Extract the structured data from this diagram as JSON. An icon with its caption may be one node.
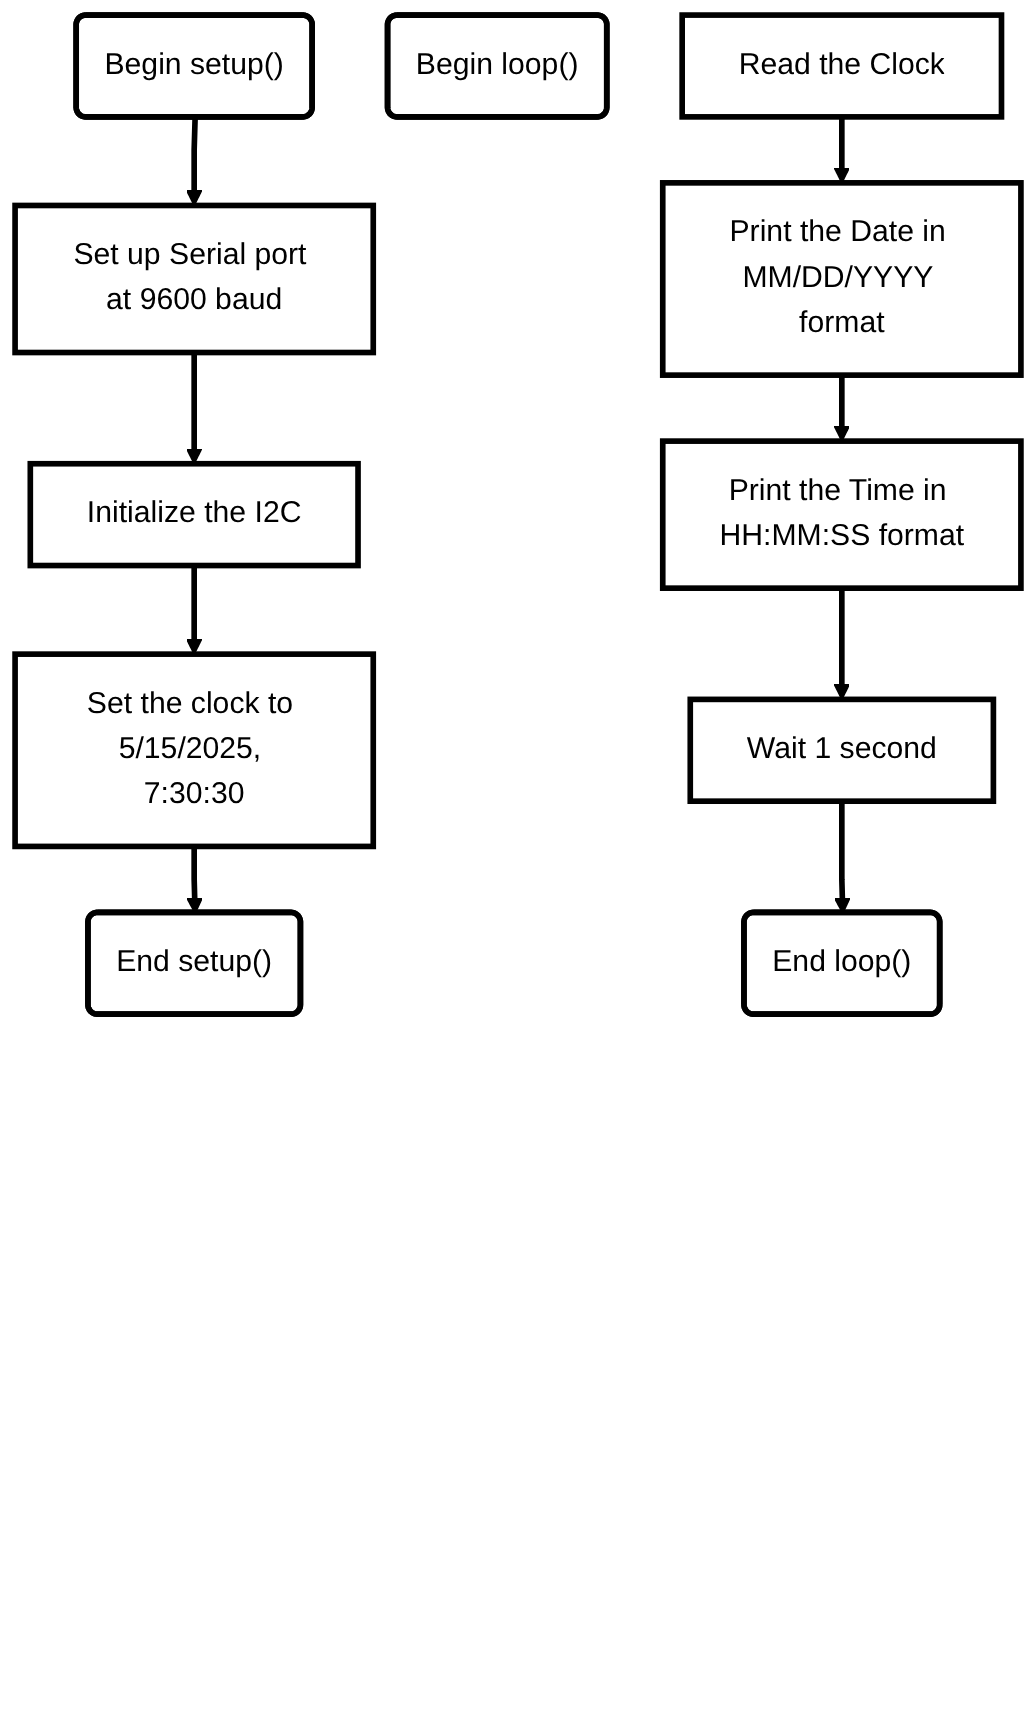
{
  "diagram": {
    "nodes": [
      {
        "text": [
          "Begin setup()"
        ]
      },
      {
        "text": [
          "Set up Serial port at 9600 baud"
        ]
      },
      {
        "text": [
          "Initialize the I2C"
        ]
      },
      {
        "text": [
          "Set the clock to 5/15/2025, 7:30:30"
        ]
      },
      {
        "text": [
          "End setup()"
        ]
      },
      {
        "text": [
          "Begin loop()"
        ]
      },
      {
        "text": [
          "Read the Clock"
        ]
      },
      {
        "text": [
          "Print the Date in MM/DD/YYYY format"
        ]
      },
      {
        "text": [
          "Print the Time in HH:MM:SS format"
        ]
      },
      {
        "text": [
          "Wait 1 second"
        ]
      },
      {
        "text": [
          "End loop()"
        ]
      }
    ],
    "edges": [
      {
        "from": 0,
        "to": 1,
        "arrow": "to"
      },
      {
        "from": 1,
        "to": 2,
        "arrow": "to"
      },
      {
        "from": 2,
        "to": 3,
        "arrow": "to"
      },
      {
        "from": 3,
        "to": 4,
        "arrow": "to"
      },
      {
        "from": 6,
        "to": 7,
        "arrow": "to"
      },
      {
        "from": 7,
        "to": 8,
        "arrow": "to"
      },
      {
        "from": 8,
        "to": 9,
        "arrow": "to"
      },
      {
        "from": 9,
        "to": 10,
        "arrow": "to"
      }
    ]
  }
}
